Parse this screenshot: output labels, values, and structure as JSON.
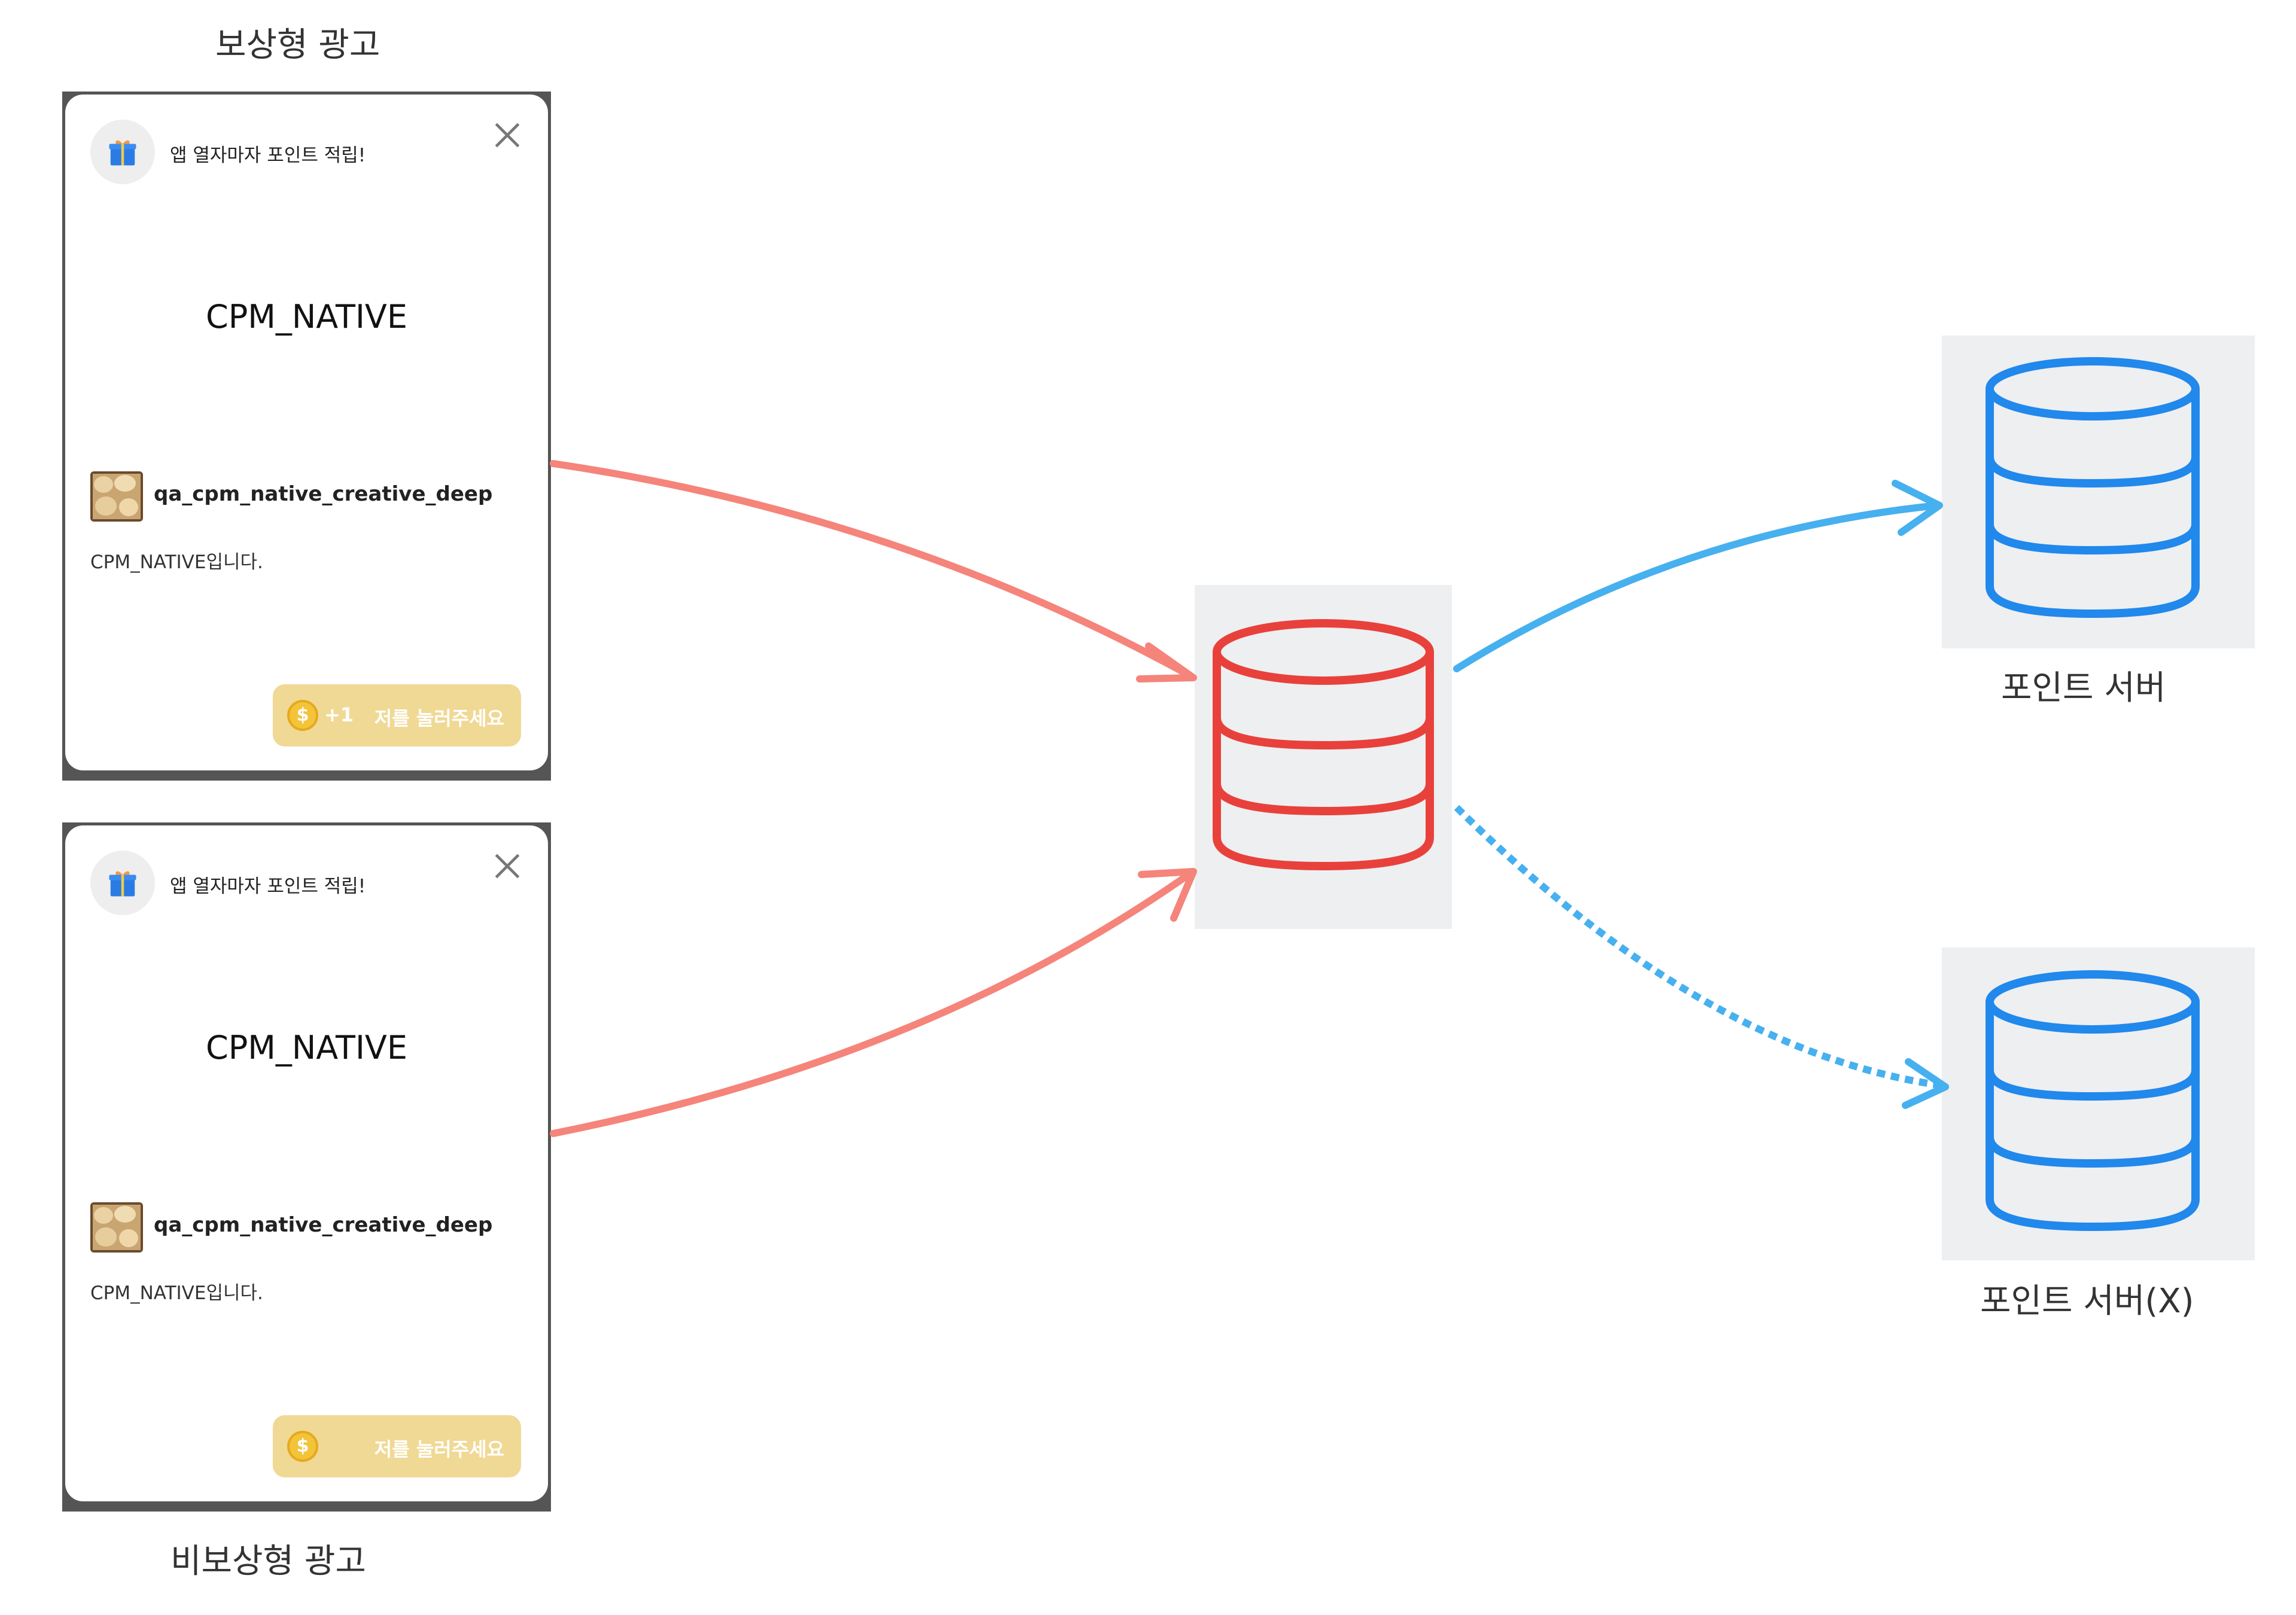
{
  "labels": {
    "reward_ad": "보상형 광고",
    "non_reward_ad": "비보상형 광고",
    "point_server": "포인트 서버",
    "point_server_x": "포인트 서버(X)"
  },
  "ad_cards": [
    {
      "header": "앱 열자마자 포인트 적립!",
      "title": "CPM_NATIVE",
      "creative_name": "qa_cpm_native_creative_deep",
      "description": "CPM_NATIVE입니다.",
      "coin_symbol": "$",
      "reward_text": "+1",
      "button_label": "저를 눌러주세요"
    },
    {
      "header": "앱 열자마자 포인트 적립!",
      "title": "CPM_NATIVE",
      "creative_name": "qa_cpm_native_creative_deep",
      "description": "CPM_NATIVE입니다.",
      "coin_symbol": "$",
      "reward_text": "",
      "button_label": "저를 눌러주세요"
    }
  ],
  "colors": {
    "arrow_ad": "#f5847b",
    "arrow_server": "#47b0ef",
    "db_center": "#e8413c",
    "db_server": "#2188ec",
    "button": "#f0d995"
  },
  "icons": [
    "gift-icon",
    "close-icon",
    "coin-icon",
    "database-icon"
  ]
}
